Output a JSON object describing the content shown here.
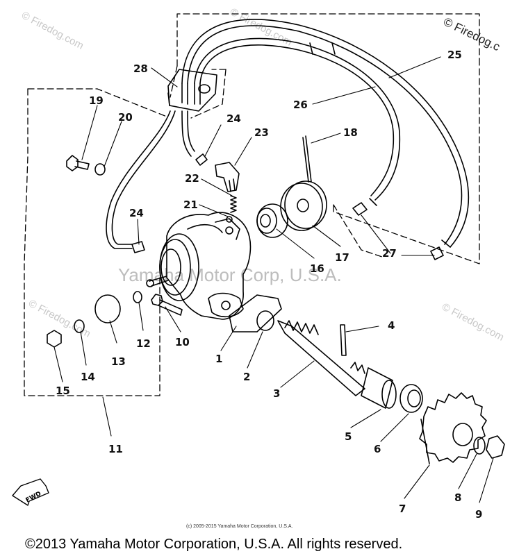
{
  "watermark_corner": "© Firedog.c",
  "watermark_repeat": "© Firedog.com",
  "watermark_center": "Yamaha Motor Corp, U.S.A.",
  "fine_print": "(c) 2005-2015 Yamaha Motor Corporation, U.S.A.",
  "copyright": "©2013 Yamaha Motor Corporation, U.S.A. All rights reserved.",
  "fwd_label": "FWD",
  "part_labels": [
    "1",
    "2",
    "3",
    "4",
    "5",
    "6",
    "7",
    "8",
    "9",
    "10",
    "11",
    "12",
    "13",
    "14",
    "15",
    "16",
    "17",
    "18",
    "19",
    "20",
    "21",
    "22",
    "23",
    "24",
    "24",
    "25",
    "26",
    "27",
    "28"
  ]
}
